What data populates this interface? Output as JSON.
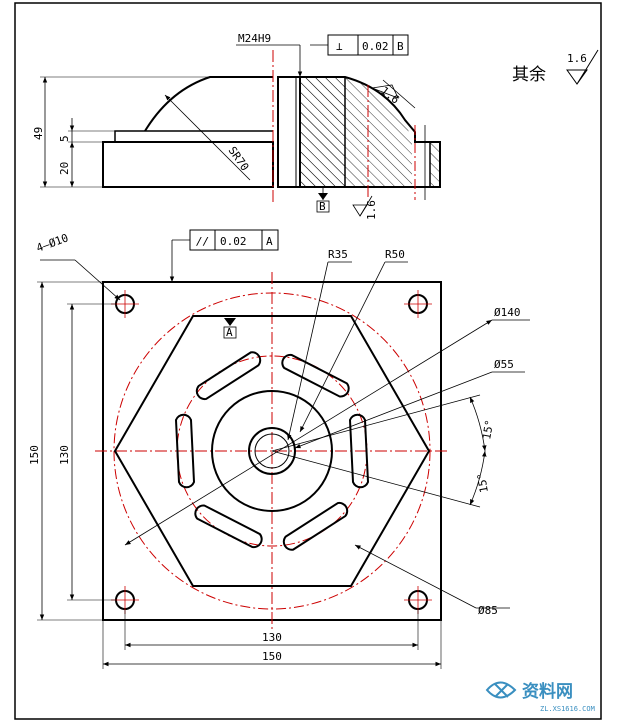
{
  "top_view": {
    "thread_label": "M24H9",
    "perp_symbol": "⊥",
    "perp_value": "0.02",
    "perp_datum": "B",
    "roughness_top": "1.6",
    "roughness_right": "1.6",
    "dim_49": "49",
    "dim_5": "5",
    "dim_20": "20",
    "sphere_radius": "SR70",
    "datum_b": "B"
  },
  "note": {
    "text": "其余",
    "roughness": "1.6"
  },
  "plan_view": {
    "par_symbol": "//",
    "par_value": "0.02",
    "par_datum": "A",
    "hole_callout": "4—Ø10",
    "r35": "R35",
    "r50": "R50",
    "d140": "Ø140",
    "d55": "Ø55",
    "angle_top": "15°",
    "angle_bottom": "15°",
    "d85": "Ø85",
    "datum_a": "A",
    "dim_150_left": "150",
    "dim_130_left": "130",
    "dim_130_bottom": "130",
    "dim_150_bottom": "150"
  },
  "watermark": {
    "name": "资料网",
    "url": "ZL.XS1616.COM"
  }
}
